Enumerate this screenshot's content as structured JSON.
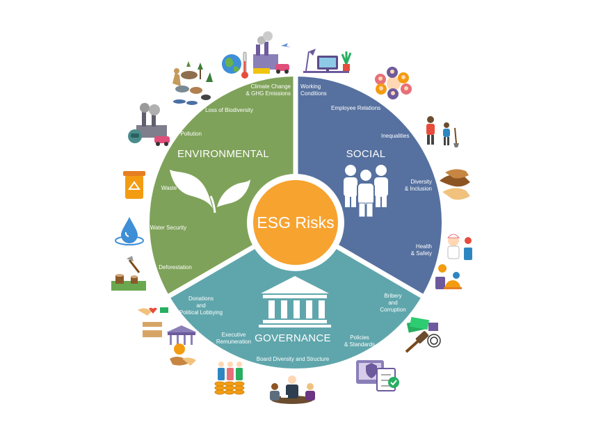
{
  "center": {
    "title": "ESG Risks",
    "color": "#f7a330"
  },
  "colors": {
    "environmental": "#7fa25a",
    "social": "#56719f",
    "governance": "#5fa6ac",
    "separator": "#ffffff"
  },
  "environmental": {
    "title": "ENVIRONMENTAL",
    "items": [
      {
        "label": [
          "Climate Change",
          "& GHG Emissions"
        ],
        "icon": "climate-change-icon"
      },
      {
        "label": [
          "Loss of Biodiversity"
        ],
        "icon": "biodiversity-icon"
      },
      {
        "label": [
          "Pollution"
        ],
        "icon": "pollution-icon"
      },
      {
        "label": [
          "Waste"
        ],
        "icon": "waste-bin-icon"
      },
      {
        "label": [
          "Water Security"
        ],
        "icon": "water-drop-icon"
      },
      {
        "label": [
          "Deforestation"
        ],
        "icon": "deforestation-icon"
      }
    ]
  },
  "social": {
    "title": "SOCIAL",
    "items": [
      {
        "label": [
          "Working",
          "Conditions"
        ],
        "icon": "workplace-desk-icon"
      },
      {
        "label": [
          "Employee Relations"
        ],
        "icon": "employee-network-icon"
      },
      {
        "label": [
          "Inequalities"
        ],
        "icon": "inequality-icon"
      },
      {
        "label": [
          "Diversity",
          "& Inclusion"
        ],
        "icon": "diversity-hands-icon"
      },
      {
        "label": [
          "Health",
          "& Safety"
        ],
        "icon": "health-safety-icon"
      }
    ]
  },
  "governance": {
    "title": "GOVERNANCE",
    "items": [
      {
        "label": [
          "Donations",
          "and",
          "Political Lobbying"
        ],
        "icon": "donation-box-icon"
      },
      {
        "label": [
          "Executive",
          "Remuneration"
        ],
        "icon": "remuneration-icon"
      },
      {
        "label": [
          "Board Diversity and Structure"
        ],
        "icon": "board-meeting-icon"
      },
      {
        "label": [
          "Policies",
          "& Standards"
        ],
        "icon": "policies-checklist-icon"
      },
      {
        "label": [
          "Bribery",
          "and",
          "Corruption"
        ],
        "icon": "bribery-gavel-icon"
      }
    ]
  }
}
